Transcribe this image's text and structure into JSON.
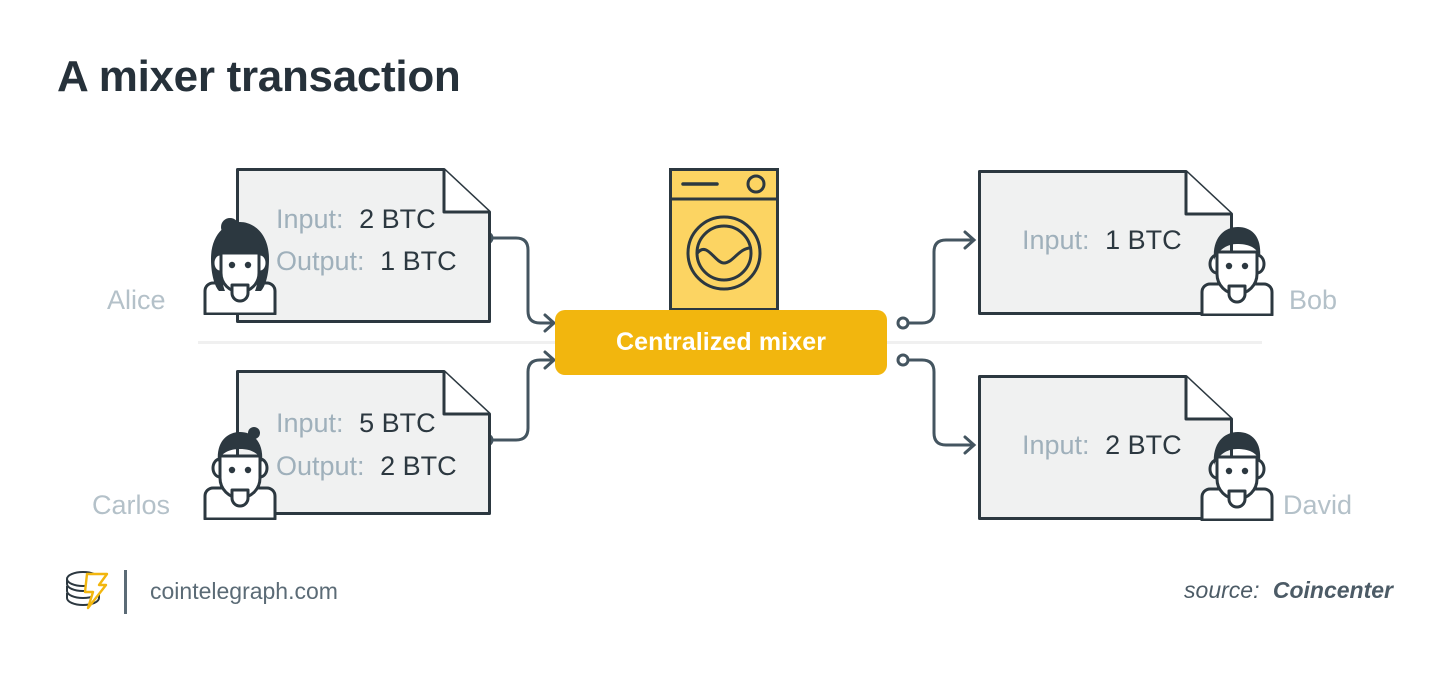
{
  "title": "A mixer transaction",
  "diagram": {
    "inputs": [
      {
        "person": "Alice",
        "input_label": "Input:",
        "input_value": "2 BTC",
        "output_label": "Output:",
        "output_value": "1 BTC"
      },
      {
        "person": "Carlos",
        "input_label": "Input:",
        "input_value": "5 BTC",
        "output_label": "Output:",
        "output_value": "2 BTC"
      }
    ],
    "mixer": {
      "label": "Centralized mixer",
      "icon": "washing-machine-icon"
    },
    "outputs": [
      {
        "person": "Bob",
        "input_label": "Input:",
        "input_value": "1 BTC"
      },
      {
        "person": "David",
        "input_label": "Input:",
        "input_value": "2 BTC"
      }
    ]
  },
  "footer": {
    "url": "cointelegraph.com",
    "source_prefix": "source:",
    "source_name": "Coincenter",
    "logo": "cointelegraph-logo-icon"
  },
  "colors": {
    "accent": "#f2b60e",
    "machine_body": "#fcd462",
    "ink": "#2c3840",
    "doc_fill": "#f0f1f1",
    "muted": "#b4c1c9",
    "title": "#26313a"
  }
}
